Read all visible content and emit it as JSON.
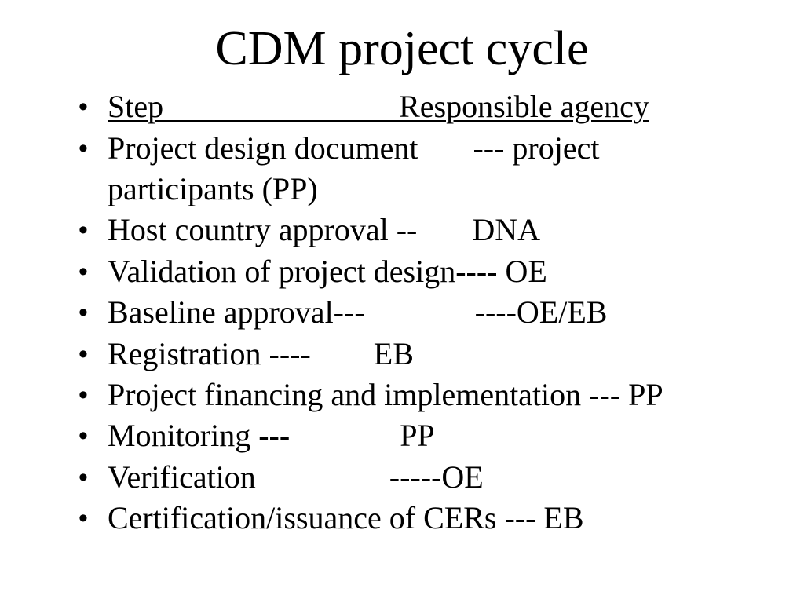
{
  "slide": {
    "title": "CDM project cycle",
    "bullet_glyph": "•",
    "colors": {
      "background": "#ffffff",
      "text": "#000000"
    },
    "bullets": [
      {
        "text": "Step                              Responsible agency",
        "underlined": true
      },
      {
        "text": "Project design document       --- project participants (PP)",
        "underlined": false
      },
      {
        "text": "Host country approval --       DNA",
        "underlined": false
      },
      {
        "text": "Validation of project design---- OE",
        "underlined": false
      },
      {
        "text": "Baseline approval---              ----OE/EB",
        "underlined": false
      },
      {
        "text": "Registration ----        EB",
        "underlined": false
      },
      {
        "text": "Project financing and implementation --- PP",
        "underlined": false
      },
      {
        "text": "Monitoring ---              PP",
        "underlined": false
      },
      {
        "text": "Verification                 -----OE",
        "underlined": false
      },
      {
        "text": "Certification/issuance of CERs --- EB",
        "underlined": false
      }
    ]
  }
}
